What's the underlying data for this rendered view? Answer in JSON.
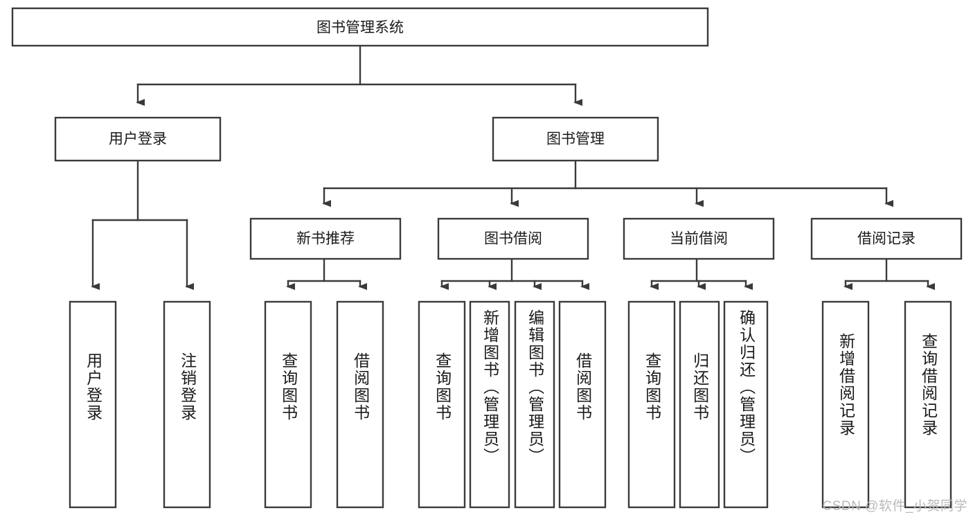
{
  "diagram": {
    "title": "图书管理系统",
    "type": "hierarchy-tree",
    "watermark": "CSDN @软件_小贺同学",
    "colors": {
      "stroke": "#3a3a3a",
      "fill": "#ffffff",
      "text": "#1a1a1a",
      "watermark": "#b9b9b9"
    },
    "root": {
      "label": "图书管理系统"
    },
    "level1": [
      {
        "label": "用户登录"
      },
      {
        "label": "图书管理"
      }
    ],
    "level2": [
      {
        "label": "新书推荐"
      },
      {
        "label": "图书借阅"
      },
      {
        "label": "当前借阅"
      },
      {
        "label": "借阅记录"
      }
    ],
    "leaves": {
      "user_login": [
        {
          "label": "用户登录"
        },
        {
          "label": "注销登录"
        }
      ],
      "new_book_recommend": [
        {
          "label": "查询图书"
        },
        {
          "label": "借阅图书"
        }
      ],
      "book_borrow": [
        {
          "label": "查询图书"
        },
        {
          "label": "新增图书（管理员）"
        },
        {
          "label": "编辑图书（管理员）"
        },
        {
          "label": "借阅图书"
        }
      ],
      "current_borrow": [
        {
          "label": "查询图书"
        },
        {
          "label": "归还图书"
        },
        {
          "label": "确认归还（管理员）"
        }
      ],
      "borrow_record": [
        {
          "label": "新增借阅记录"
        },
        {
          "label": "查询借阅记录"
        }
      ]
    }
  }
}
